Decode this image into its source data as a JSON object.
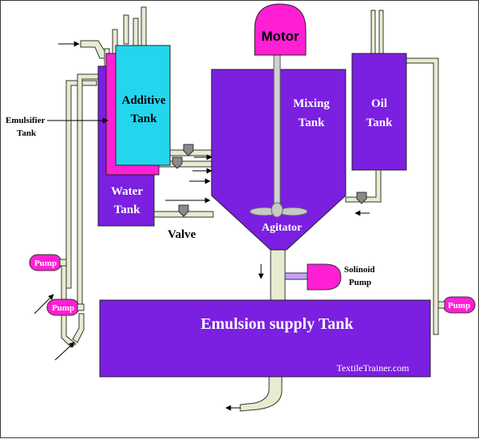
{
  "diagram": {
    "labels": {
      "motor": "Motor",
      "additive_tank": [
        "Additive",
        "Tank"
      ],
      "emulsifier_tank": [
        "Emulsifier",
        "Tank"
      ],
      "water_tank": [
        "Water",
        "Tank"
      ],
      "mixing_tank": [
        "Mixing",
        "Tank"
      ],
      "oil_tank": [
        "Oil",
        "Tank"
      ],
      "agitator": "Agitator",
      "valve": "Valve",
      "pump": "Pump",
      "solenoid_pump": [
        "Solinoid",
        "Pump"
      ],
      "supply_tank": "Emulsion supply Tank",
      "watermark": "TextileTrainer.com"
    },
    "colors": {
      "purple": "#7b1fe0",
      "magenta": "#ff1fd4",
      "cyan": "#24d5ee",
      "pipe": "#e7ecd0",
      "valve": "#8a8a8a"
    }
  }
}
